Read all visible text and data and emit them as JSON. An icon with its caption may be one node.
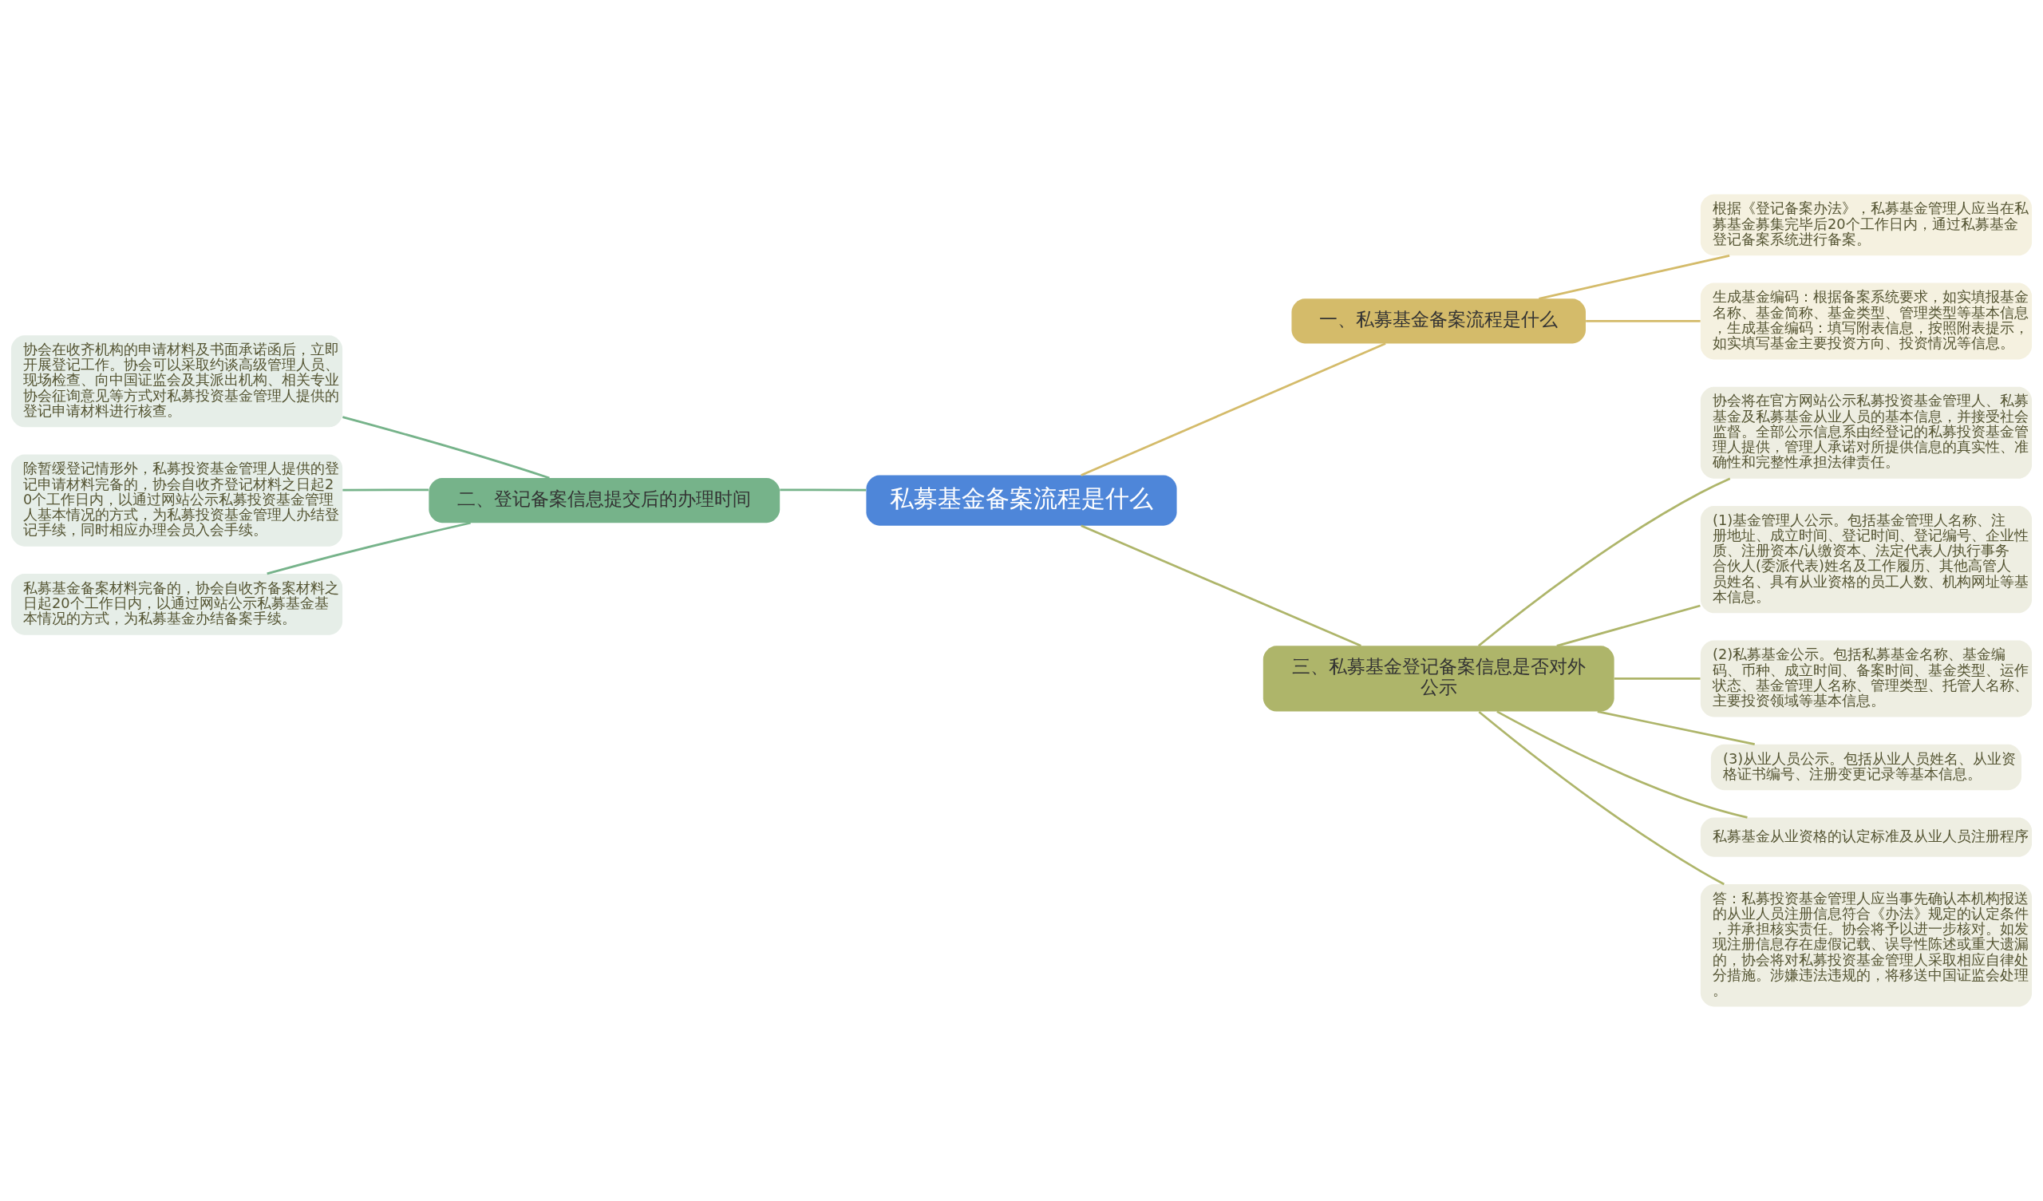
{
  "diagram": {
    "nodes": [
      {
        "text": [
          "私募基金备案流程是什么"
        ]
      },
      {
        "text": [
          "一、私募基金备案流程是什么"
        ]
      },
      {
        "text": [
          "根据《登记备案办法》，私募基金管理人应当在私募基金募集完毕后20个工作日内，通过私募基金登记备案系统进行备案。"
        ]
      },
      {
        "text": [
          "生成基金编码：根据备案系统要求，如实填报基金名称、基金简称、基金类型、管理类型等基本信息，生成基金编码：填写附表信息，按照附表提示，如实填写基金主要投资方向、投资情况等信息。"
        ]
      },
      {
        "text": [
          "二、登记备案信息提交后的办理时间"
        ]
      },
      {
        "text": [
          "协会在收齐机构的申请材料及书面承诺函后，立即开展登记工作。协会可以采取约谈高级管理人员、现场检查、向中国证监会及其派出机构、相关专业协会征询意见等方式对私募投资基金管理人提供的登记申请材料进行核查。"
        ]
      },
      {
        "text": [
          "除暂缓登记情形外，私募投资基金管理人提供的登记申请材料完备的，协会自收齐登记材料之日起20个工作日内，以通过网站公示私募投资基金管理人基本情况的方式，为私募投资基金管理人办结登记手续，同时相应办理会员入会手续。"
        ]
      },
      {
        "text": [
          "私募基金备案材料完备的，协会自收齐备案材料之日起20个工作日内，以通过网站公示私募基金基本情况的方式，为私募基金办结备案手续。"
        ]
      },
      {
        "text": [
          "三、私募基金登记备案信息是否对外公示"
        ]
      },
      {
        "text": [
          "协会将在官方网站公示私募投资基金管理人、私募基金及私募基金从业人员的基本信息，并接受社会监督。全部公示信息系由经登记的私募投资基金管理人提供，管理人承诺对所提供信息的真实性、准确性和完整性承担法律责任。"
        ]
      },
      {
        "text": [
          "(1)基金管理人公示。包括基金管理人名称、注册地址、成立时间、登记时间、登记编号、企业性质、注册资本/认缴资本、法定代表人/执行事务合伙人(委派代表)姓名及工作履历、其他高管人员姓名、具有从业资格的员工人数、机构网址等基本信息。"
        ]
      },
      {
        "text": [
          "(2)私募基金公示。包括私募基金名称、基金编码、币种、成立时间、备案时间、基金类型、运作状态、基金管理人名称、管理类型、托管人名称、主要投资领域等基本信息。"
        ]
      },
      {
        "text": [
          "(3)从业人员公示。包括从业人员姓名、从业资格证书编号、注册变更记录等基本信息。"
        ]
      },
      {
        "text": [
          "私募基金从业资格的认定标准及从业人员注册程序"
        ]
      },
      {
        "text": [
          "答：私募投资基金管理人应当事先确认本机构报送的从业人员注册信息符合《办法》规定的认定条件，并承担核实责任。协会将予以进一步核对。如发现注册信息存在虚假记载、误导性陈述或重大遗漏的，协会将对私募投资基金管理人采取相应自律处分措施。涉嫌违法违规的，将移送中国证监会处理。"
        ]
      }
    ],
    "edges": [
      {
        "from": 0,
        "to": 1,
        "arrow": "none",
        "color": "#d4bb6a"
      },
      {
        "from": 1,
        "to": 2,
        "arrow": "none",
        "color": "#d4bb6a"
      },
      {
        "from": 1,
        "to": 3,
        "arrow": "none",
        "color": "#d4bb6a"
      },
      {
        "from": 0,
        "to": 4,
        "arrow": "none",
        "color": "#76b38a"
      },
      {
        "from": 4,
        "to": 5,
        "arrow": "none",
        "color": "#76b38a"
      },
      {
        "from": 4,
        "to": 6,
        "arrow": "none",
        "color": "#76b38a"
      },
      {
        "from": 4,
        "to": 7,
        "arrow": "none",
        "color": "#76b38a"
      },
      {
        "from": 0,
        "to": 8,
        "arrow": "none"
      },
      {
        "from": 8,
        "to": 9,
        "arrow": "none"
      },
      {
        "from": 8,
        "to": 10,
        "arrow": "none"
      },
      {
        "from": 8,
        "to": 11,
        "arrow": "none"
      },
      {
        "from": 8,
        "to": 12,
        "arrow": "none"
      },
      {
        "from": 8,
        "to": 13,
        "arrow": "none"
      },
      {
        "from": 8,
        "to": 14,
        "arrow": "none"
      }
    ]
  }
}
